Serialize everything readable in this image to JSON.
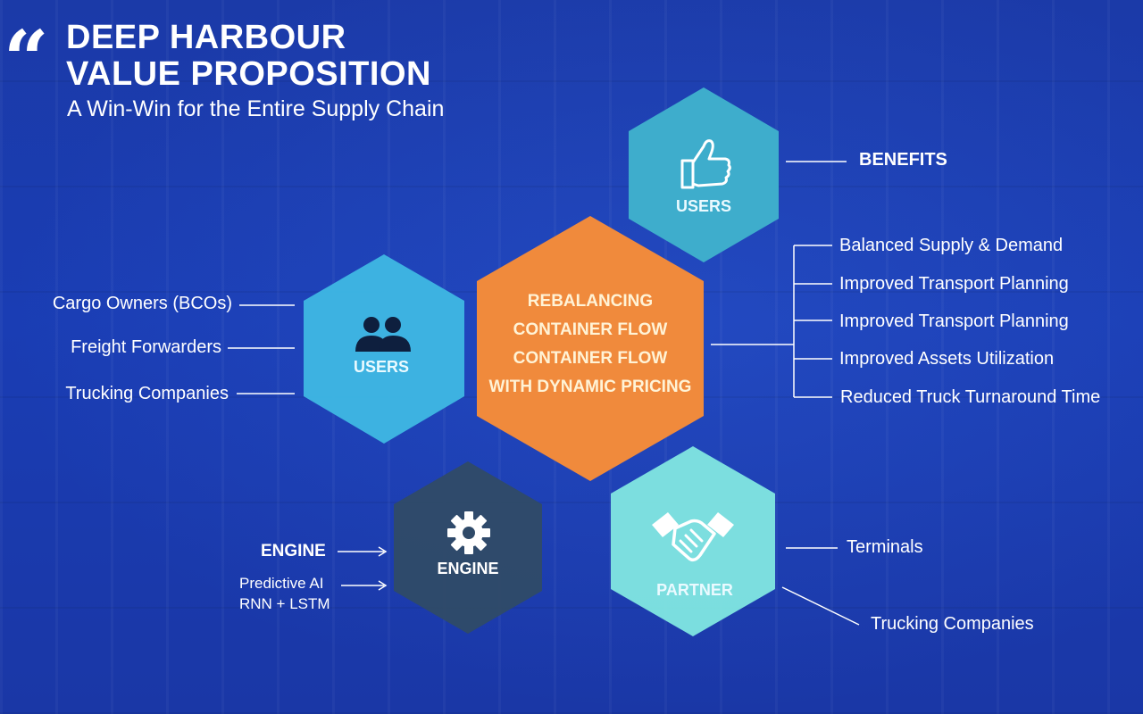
{
  "header": {
    "quote_glyph": "“",
    "title": "DEEP HARBOUR\nVALUE PROPOSITION",
    "subtitle": "A Win-Win for the Entire Supply Chain"
  },
  "hexagons": {
    "users_top": {
      "label": "USERS",
      "icon": "thumbs-up-icon",
      "color": "#3fb1cc"
    },
    "users_left": {
      "label": "USERS",
      "icon": "users-icon",
      "color": "#3eb6e2"
    },
    "center": {
      "lines": [
        "REBALANCING",
        "CONTAINER FLOW",
        "CONTAINER FLOW",
        "WITH DYNAMIC PRICING"
      ],
      "color": "#f08a3c"
    },
    "engine": {
      "label": "ENGINE",
      "icon": "gear-icon",
      "color": "#2f4a68"
    },
    "partner": {
      "label": "PARTNER",
      "icon": "handshake-icon",
      "color": "#7fe3e0"
    }
  },
  "users_list": [
    "Cargo Owners (BCOs)",
    "Freight Forwarders",
    "Trucking Companies"
  ],
  "benefits": {
    "heading": "BENEFITS",
    "items": [
      "Balanced Supply & Demand",
      "Improved Transport Planning",
      "Improved Transport Planning",
      "Improved Assets Utilization",
      "Reduced Truck Turnaround Time"
    ]
  },
  "engine_info": {
    "heading": "ENGINE",
    "line1": "Predictive AI",
    "line2": "RNN + LSTM"
  },
  "partners_list": [
    "Terminals",
    "Trucking Companies"
  ]
}
